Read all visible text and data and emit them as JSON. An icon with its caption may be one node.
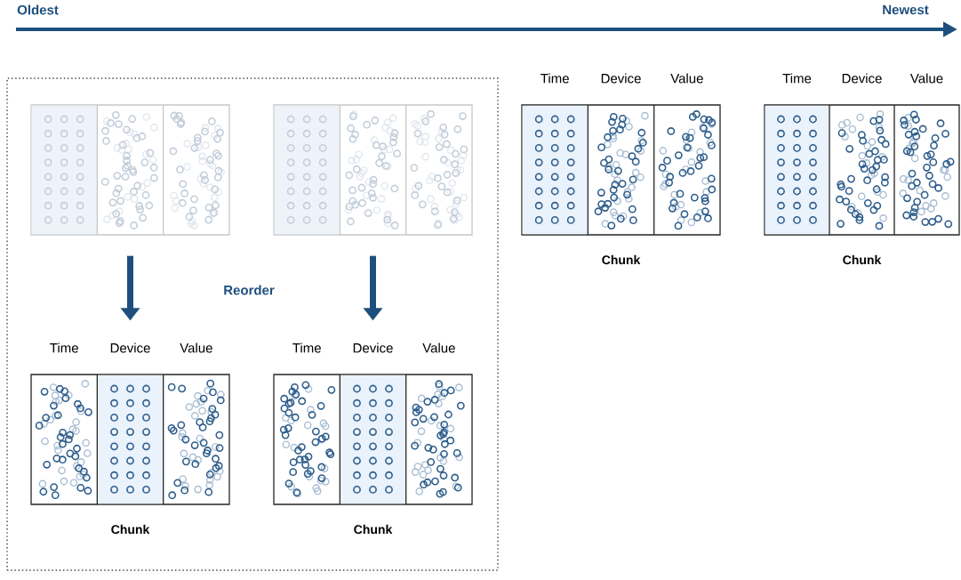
{
  "diagram": {
    "nodes": [
      {
        "text": [],
        "shape": "box"
      },
      {
        "text": [],
        "shape": "box",
        "in": 0
      },
      {
        "text": [],
        "shape": "box",
        "in": 0
      },
      {
        "text": [
          "Time",
          "Device",
          "Value"
        ],
        "beside": [
          "Chunk"
        ],
        "in": 0
      },
      {
        "text": [
          "Time",
          "Device",
          "Value"
        ],
        "beside": [
          "Chunk"
        ],
        "in": 0
      },
      {
        "text": [
          "Time",
          "Device",
          "Value"
        ],
        "beside": [
          "Chunk"
        ]
      },
      {
        "text": [
          "Time",
          "Device",
          "Value"
        ],
        "beside": [
          "Chunk"
        ]
      }
    ],
    "edges": [
      {
        "from": 1,
        "to": 3,
        "arrow": "to"
      },
      {
        "from": 2,
        "to": 4,
        "arrow": "to"
      }
    ],
    "labels": [
      "Oldest",
      "Newest",
      "Reorder"
    ]
  }
}
